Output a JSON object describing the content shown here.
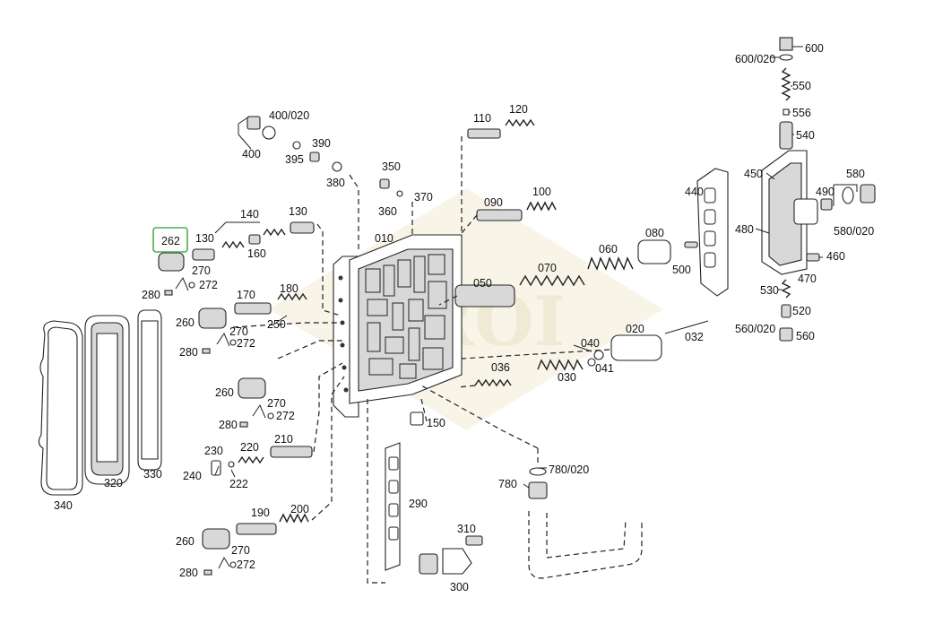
{
  "watermark": "KROI",
  "highlight_color": "#4caf50",
  "labels": {
    "l600": "600",
    "l600_020": "600/020",
    "l550": "550",
    "l556": "556",
    "l540": "540",
    "l450": "450",
    "l580": "580",
    "l490": "490",
    "l580_020": "580/020",
    "l440": "440",
    "l480": "480",
    "l460": "460",
    "l470": "470",
    "l530": "530",
    "l520": "520",
    "l560_020": "560/020",
    "l560": "560",
    "l400_020": "400/020",
    "l400": "400",
    "l390": "390",
    "l395": "395",
    "l380": "380",
    "l350": "350",
    "l360": "360",
    "l370": "370",
    "l110": "110",
    "l120": "120",
    "l090": "090",
    "l100": "100",
    "l010": "010",
    "l080": "080",
    "l060": "060",
    "l070": "070",
    "l050": "050",
    "l500": "500",
    "l262": "262",
    "l130a": "130",
    "l140": "140",
    "l130b": "130",
    "l160": "160",
    "l270a": "270",
    "l272a": "272",
    "l280a": "280",
    "l170": "170",
    "l180": "180",
    "l260a": "260",
    "l250": "250",
    "l270b": "270",
    "l272b": "272",
    "l280b": "280",
    "l020": "020",
    "l032": "032",
    "l040": "040",
    "l041": "041",
    "l030": "030",
    "l036": "036",
    "l260b": "260",
    "l270c": "270",
    "l272c": "272",
    "l280c": "280",
    "l150": "150",
    "l230": "230",
    "l220": "220",
    "l210": "210",
    "l240": "240",
    "l222": "222",
    "l340": "340",
    "l320": "320",
    "l330": "330",
    "l290": "290",
    "l780_020": "780/020",
    "l780": "780",
    "l190": "190",
    "l200": "200",
    "l260c": "260",
    "l270d": "270",
    "l272d": "272",
    "l280d": "280",
    "l310": "310",
    "l300": "300"
  }
}
